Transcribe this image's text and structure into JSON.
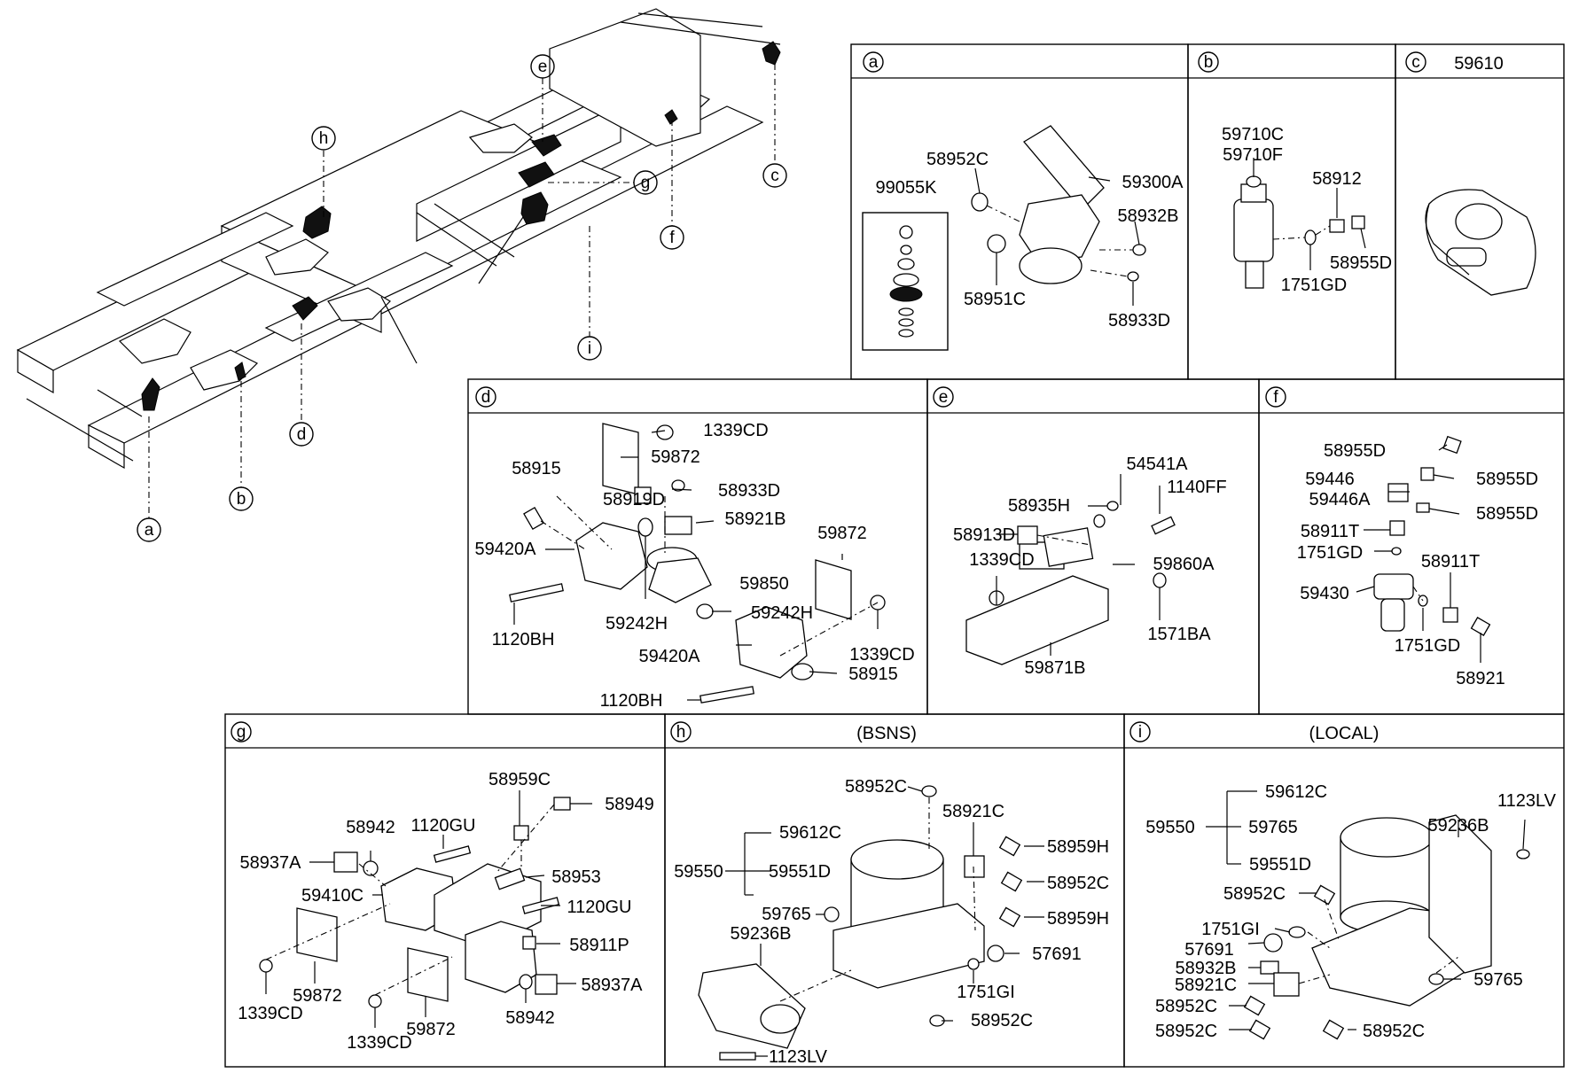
{
  "key_callouts": [
    "a",
    "b",
    "c",
    "d",
    "e",
    "f",
    "g",
    "h",
    "i"
  ],
  "panels": {
    "a": {
      "key": "a",
      "header": "",
      "labels": [
        "99055K",
        "58952C",
        "59300A",
        "58932B",
        "58951C",
        "58933D"
      ]
    },
    "b": {
      "key": "b",
      "header": "",
      "labels": [
        "59710C",
        "59710F",
        "58912",
        "58955D",
        "1751GD"
      ]
    },
    "c": {
      "key": "c",
      "header": "59610",
      "labels": []
    },
    "d": {
      "key": "d",
      "header": "",
      "labels": [
        "1339CD",
        "59872",
        "58915",
        "58919D",
        "58933D",
        "58921B",
        "59420A",
        "59850",
        "59242H",
        "1120BH",
        "59242H",
        "59872",
        "1339CD",
        "59420A",
        "58915",
        "1120BH"
      ]
    },
    "e": {
      "key": "e",
      "header": "",
      "labels": [
        "54541A",
        "1140FF",
        "58935H",
        "58913D",
        "59860A",
        "1339CD",
        "1571BA",
        "59871B"
      ]
    },
    "f": {
      "key": "f",
      "header": "",
      "labels": [
        "58955D",
        "59446",
        "59446A",
        "58955D",
        "58955D",
        "58911T",
        "1751GD",
        "58911T",
        "59430",
        "1751GD",
        "58921"
      ]
    },
    "g": {
      "key": "g",
      "header": "",
      "labels": [
        "58959C",
        "58949",
        "58942",
        "1120GU",
        "58937A",
        "58953",
        "59410C",
        "1120GU",
        "58911P",
        "59872",
        "1339CD",
        "58942",
        "58937A",
        "1339CD",
        "59872"
      ]
    },
    "h": {
      "key": "h",
      "header": "(BSNS)",
      "labels": [
        "58952C",
        "58921C",
        "59612C",
        "59550",
        "58959H",
        "59551D",
        "58952C",
        "59765",
        "58959H",
        "59236B",
        "57691",
        "1751GI",
        "58952C",
        "1123LV"
      ]
    },
    "i": {
      "key": "i",
      "header": "(LOCAL)",
      "labels": [
        "59612C",
        "1123LV",
        "59550",
        "59765",
        "59236B",
        "59551D",
        "58952C",
        "1751GI",
        "57691",
        "58932B",
        "59765",
        "58921C",
        "58952C",
        "58952C",
        "58952C"
      ]
    }
  },
  "colors": {
    "line": "#000000",
    "background": "#ffffff"
  }
}
